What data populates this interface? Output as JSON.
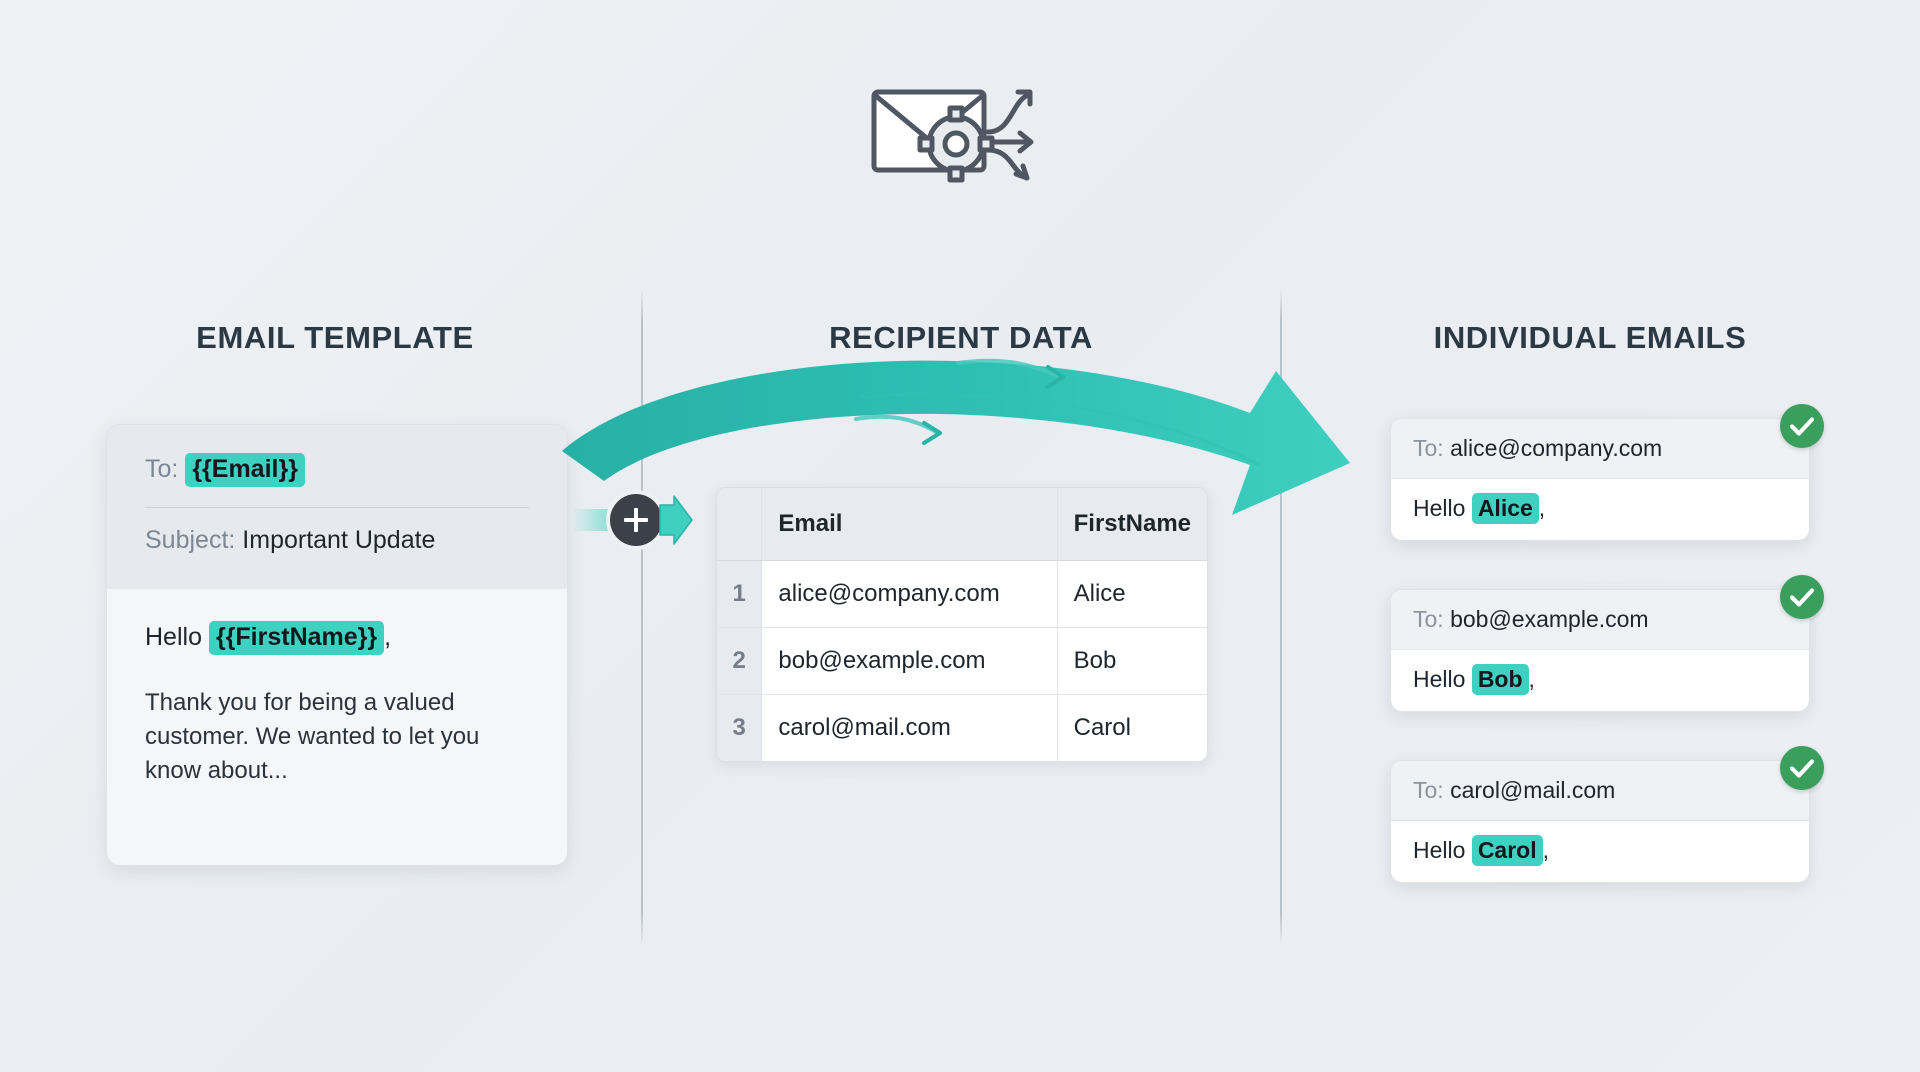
{
  "hero": {
    "icon": "envelope-gear-arrows-icon"
  },
  "columns": {
    "template_heading": "EMAIL TEMPLATE",
    "data_heading": "RECIPIENT DATA",
    "emails_heading": "INDIVIDUAL EMAILS"
  },
  "template_card": {
    "to_label": "To:",
    "to_variable": "{{Email}}",
    "subject_label": "Subject:",
    "subject_value": "Important Update",
    "greeting_prefix": "Hello",
    "greeting_variable": "{{FirstName}}",
    "greeting_suffix": ",",
    "body_paragraph": "Thank you for being a valued customer. We wanted to let you know about..."
  },
  "connector": {
    "icon": "plus-icon",
    "arrow_icon": "arrow-right-icon"
  },
  "flow": {
    "arrow_icon": "curved-arrow-right-icon",
    "motion_line_icon": "motion-arrow-icon"
  },
  "recipient_table": {
    "columns": [
      "Email",
      "FirstName"
    ],
    "rows": [
      {
        "n": "1",
        "email": "alice@company.com",
        "first_name": "Alice"
      },
      {
        "n": "2",
        "email": "bob@example.com",
        "first_name": "Bob"
      },
      {
        "n": "3",
        "email": "carol@mail.com",
        "first_name": "Carol"
      }
    ]
  },
  "individual_emails": [
    {
      "to_label": "To:",
      "to_value": "alice@company.com",
      "greeting_prefix": "Hello",
      "greeting_name": "Alice",
      "greeting_suffix": ",",
      "status": "sent-check-icon"
    },
    {
      "to_label": "To:",
      "to_value": "bob@example.com",
      "greeting_prefix": "Hello",
      "greeting_name": "Bob",
      "greeting_suffix": ",",
      "status": "sent-check-icon"
    },
    {
      "to_label": "To:",
      "to_value": "carol@mail.com",
      "greeting_prefix": "Hello",
      "greeting_name": "Carol",
      "greeting_suffix": ",",
      "status": "sent-check-icon"
    }
  ],
  "colors": {
    "accent_teal": "#3ed0c0",
    "arrow_teal": "#2eb9ae",
    "success_green": "#3a9e5c",
    "heading_dark": "#2b3945",
    "background": "#eef1f4"
  }
}
